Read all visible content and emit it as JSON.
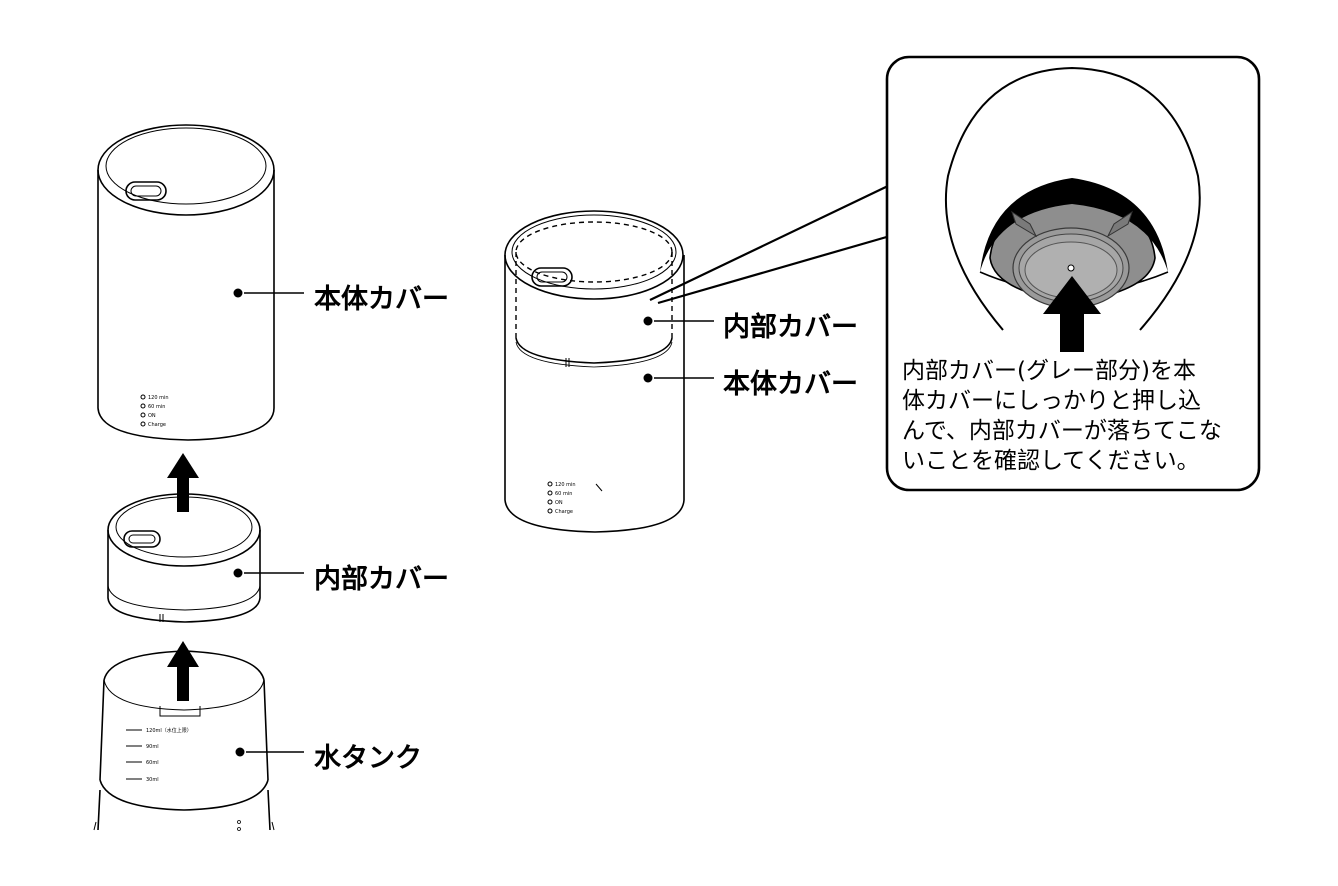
{
  "labels": {
    "main_cover_left": "本体カバー",
    "inner_cover_left": "内部カバー",
    "water_tank": "水タンク",
    "inner_cover_right": "内部カバー",
    "main_cover_right": "本体カバー"
  },
  "callout": {
    "lines": [
      "内部カバー(グレー部分)を本",
      "体カバーにしっかりと押し込",
      "んで、内部カバーが落ちてこな",
      "いことを確認してください。"
    ]
  },
  "indicator_labels": [
    "120 min",
    "60 min",
    "ON",
    "Charge"
  ],
  "tank_marks": [
    "120ml（水位上限）",
    "90ml",
    "60ml",
    "30ml"
  ]
}
